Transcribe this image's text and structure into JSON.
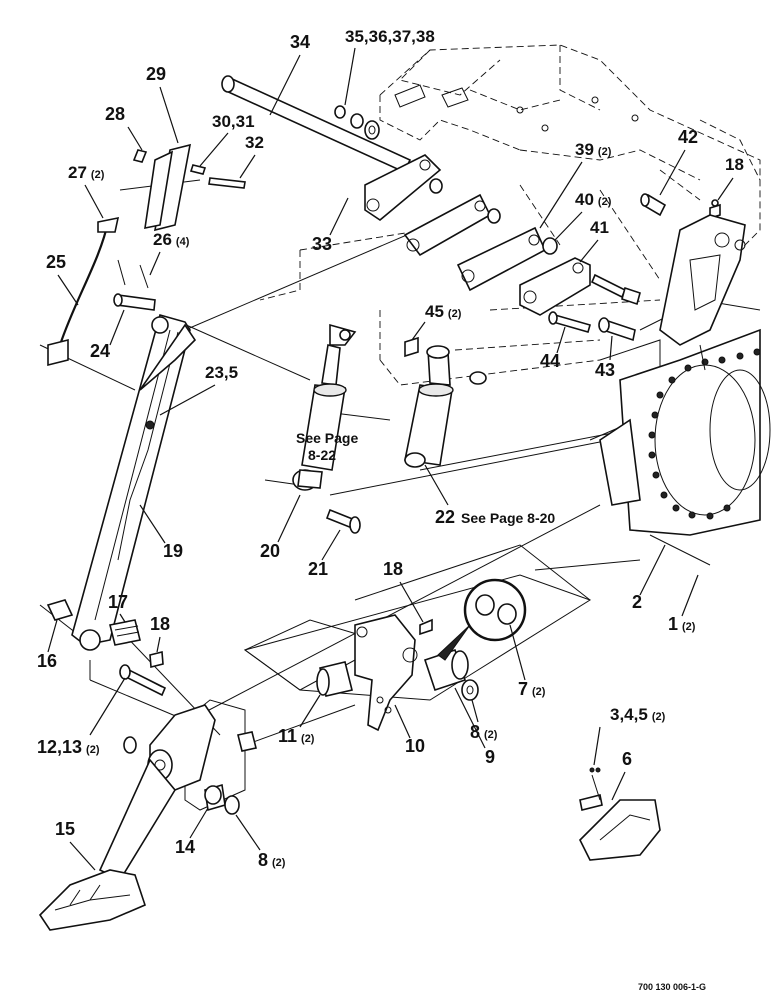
{
  "callouts": [
    {
      "id": "c34",
      "label": "34"
    },
    {
      "id": "c35",
      "label": "35,36,37,38"
    },
    {
      "id": "c29",
      "label": "29"
    },
    {
      "id": "c28",
      "label": "28"
    },
    {
      "id": "c30",
      "label": "30,31"
    },
    {
      "id": "c32",
      "label": "32"
    },
    {
      "id": "c27",
      "label": "27",
      "qty": "(2)"
    },
    {
      "id": "c26",
      "label": "26",
      "qty": "(4)"
    },
    {
      "id": "c25",
      "label": "25"
    },
    {
      "id": "c24",
      "label": "24"
    },
    {
      "id": "c23",
      "label": "23,5"
    },
    {
      "id": "c33",
      "label": "33"
    },
    {
      "id": "c39",
      "label": "39",
      "qty": "(2)"
    },
    {
      "id": "c40",
      "label": "40",
      "qty": "(2)"
    },
    {
      "id": "c41",
      "label": "41"
    },
    {
      "id": "c42",
      "label": "42"
    },
    {
      "id": "c18a",
      "label": "18"
    },
    {
      "id": "c45",
      "label": "45",
      "qty": "(2)"
    },
    {
      "id": "c44",
      "label": "44"
    },
    {
      "id": "c43",
      "label": "43"
    },
    {
      "id": "c22",
      "label": "22",
      "note": "See Page 8-20"
    },
    {
      "id": "c20",
      "label": "20"
    },
    {
      "id": "c21",
      "label": "21"
    },
    {
      "id": "c19",
      "label": "19"
    },
    {
      "id": "c17",
      "label": "17"
    },
    {
      "id": "c18b",
      "label": "18"
    },
    {
      "id": "c16",
      "label": "16"
    },
    {
      "id": "c18c",
      "label": "18"
    },
    {
      "id": "c2",
      "label": "2"
    },
    {
      "id": "c1",
      "label": "1",
      "qty": "(2)"
    },
    {
      "id": "c7",
      "label": "7",
      "qty": "(2)"
    },
    {
      "id": "c11",
      "label": "11",
      "qty": "(2)"
    },
    {
      "id": "c10",
      "label": "10"
    },
    {
      "id": "c8a",
      "label": "8",
      "qty": "(2)"
    },
    {
      "id": "c9",
      "label": "9"
    },
    {
      "id": "c12",
      "label": "12,13",
      "qty": "(2)"
    },
    {
      "id": "c14",
      "label": "14"
    },
    {
      "id": "c8b",
      "label": "8",
      "qty": "(2)"
    },
    {
      "id": "c15",
      "label": "15"
    },
    {
      "id": "c3",
      "label": "3,4,5",
      "qty": "(2)"
    },
    {
      "id": "c6",
      "label": "6"
    }
  ],
  "see_page_cylinder_20": "See Page",
  "see_page_cylinder_20_num": "8-22",
  "drawing_number": "700 130 006-1-G"
}
